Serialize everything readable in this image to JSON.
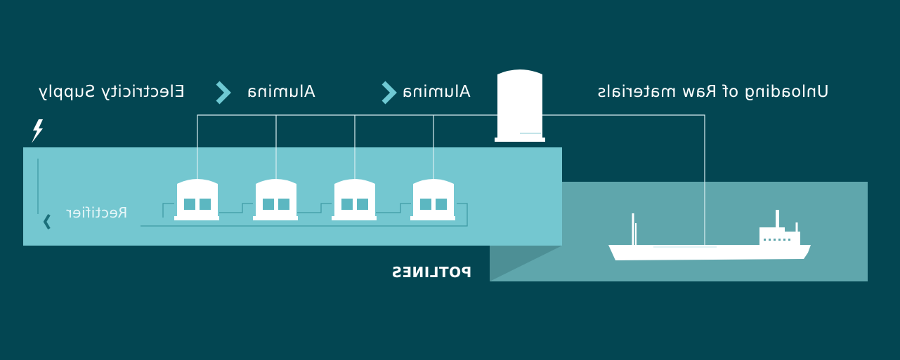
{
  "labels": {
    "electricity_supply": "Electricity Supply",
    "alumina_1": "Alumina",
    "alumina_2": "Alumina",
    "unloading": "Unloading of Raw materials",
    "rectifier": "Rectifier",
    "potlines": "POTLINES"
  },
  "icons": {
    "bolt": "lightning-bolt-icon",
    "chevron": "chevron-icon",
    "silo": "silo-icon",
    "pot": "pot-cell-icon",
    "ship": "cargo-ship-icon"
  },
  "colors": {
    "background": "#034652",
    "potline_band": "#74c7d0",
    "harbor_water": "#5fa6ac",
    "accent": "#6ec9d3",
    "white": "#ffffff"
  }
}
